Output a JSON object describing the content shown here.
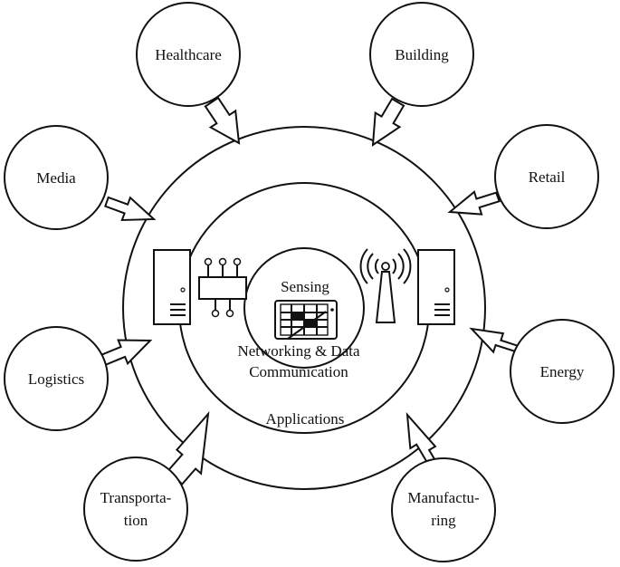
{
  "rings": {
    "inner_label": "Sensing",
    "middle_label_line1": "Networking & Data",
    "middle_label_line2": "Communication",
    "outer_label": "Applications"
  },
  "domains": [
    {
      "key": "healthcare",
      "lines": [
        "Healthcare"
      ]
    },
    {
      "key": "building",
      "lines": [
        "Building"
      ]
    },
    {
      "key": "media",
      "lines": [
        "Media"
      ]
    },
    {
      "key": "retail",
      "lines": [
        "Retail"
      ]
    },
    {
      "key": "logistics",
      "lines": [
        "Logistics"
      ]
    },
    {
      "key": "energy",
      "lines": [
        "Energy"
      ]
    },
    {
      "key": "transportation",
      "lines": [
        "Transporta-",
        "tion"
      ]
    },
    {
      "key": "manufacturing",
      "lines": [
        "Manufactu-",
        "ring"
      ]
    }
  ],
  "icons": [
    "server-icon",
    "network-switch-icon",
    "sensor-panel-icon",
    "antenna-tower-icon"
  ]
}
